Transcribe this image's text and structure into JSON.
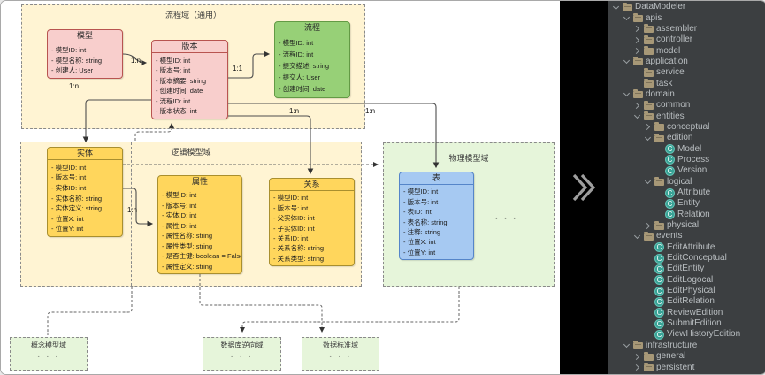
{
  "colors": {
    "pink_fill": "#F8CECC",
    "pink_stroke": "#B85450",
    "green_fill": "#97D077",
    "green_stroke": "#639A45",
    "yellow_fill": "#FFD65C",
    "yellow_stroke": "#A98F2E",
    "blue_fill": "#A6C9F2",
    "blue_stroke": "#5585C9",
    "cream_fill": "#FFF4D3",
    "ltgreen_fill": "#E6F5DA",
    "container_stroke": "#8a8a8a",
    "line": "#4d4d4d",
    "divider_bg": "#000000",
    "panel_bg": "#3c3f41",
    "panel_text": "#b9bec1",
    "chevron": "#9aa0a3",
    "folder_icon": "#a79877",
    "class_icon": "#38a295",
    "class_icon_ring": "#63c2b6"
  },
  "diagram": {
    "containers": {
      "flow": {
        "title": "流程域（通用）"
      },
      "logical": {
        "title": "逻辑模型域"
      },
      "physical": {
        "title": "物理模型域",
        "ellipsis": "· · ·"
      },
      "conceptual": {
        "title": "概念模型域",
        "ellipsis": "· · ·"
      },
      "db_reverse": {
        "title": "数据库逆向域",
        "ellipsis": "· · ·"
      },
      "data_standard": {
        "title": "数据标准域",
        "ellipsis": "· · ·"
      }
    },
    "entities": {
      "model": {
        "title": "模型",
        "attrs": [
          "- 模型ID: int",
          "- 模型名称: string",
          "- 创建人: User"
        ]
      },
      "version": {
        "title": "版本",
        "attrs": [
          "- 模型ID: int",
          "- 版本号: int",
          "- 版本摘要: string",
          "- 创建时间: date",
          "- 流程ID: int",
          "- 版本状态: int"
        ]
      },
      "process": {
        "title": "流程",
        "attrs": [
          "- 模型ID: int",
          "- 流程ID: int",
          "- 提交描述: string",
          "- 提交人: User",
          "- 创建时间: date"
        ]
      },
      "entity": {
        "title": "实体",
        "attrs": [
          "- 模型ID: int",
          "- 版本号: int",
          "- 实体ID: int",
          "- 实体名称: string",
          "- 实体定义: string",
          "- 位置X: int",
          "- 位置Y: int"
        ]
      },
      "attribute": {
        "title": "属性",
        "attrs": [
          "- 模型ID: int",
          "- 版本号: int",
          "- 实体ID: int",
          "- 属性ID: int",
          "- 属性名称: string",
          "- 属性类型: string",
          "- 是否主键: boolean = False",
          "- 属性定义: string"
        ]
      },
      "relation": {
        "title": "关系",
        "attrs": [
          "- 模型ID: int",
          "- 版本号: int",
          "- 父实体ID: int",
          "- 子实体ID: int",
          "- 关系ID: int",
          "- 关系名称: string",
          "- 关系类型: string"
        ]
      },
      "table": {
        "title": "表",
        "attrs": [
          "- 模型ID: int",
          "- 版本号: int",
          "- 表ID: int",
          "- 表名称: string",
          "- 注释: string",
          "- 位置X: int",
          "- 位置Y: int"
        ]
      }
    },
    "edge_labels": [
      {
        "text": "1:n"
      },
      {
        "text": "1:1"
      },
      {
        "text": "1:n"
      },
      {
        "text": "1:n"
      },
      {
        "text": "1:n"
      },
      {
        "text": "1:n"
      }
    ]
  },
  "tree": {
    "class_icon_letter": "C",
    "rows": [
      {
        "indent": 0,
        "chevron": "expanded",
        "icon": "folder",
        "label": "DataModeler"
      },
      {
        "indent": 1,
        "chevron": "expanded",
        "icon": "folder",
        "label": "apis"
      },
      {
        "indent": 2,
        "chevron": "collapsed",
        "icon": "folder",
        "label": "assembler"
      },
      {
        "indent": 2,
        "chevron": "collapsed",
        "icon": "folder",
        "label": "controller"
      },
      {
        "indent": 2,
        "chevron": "collapsed",
        "icon": "folder",
        "label": "model"
      },
      {
        "indent": 1,
        "chevron": "expanded",
        "icon": "folder",
        "label": "application"
      },
      {
        "indent": 2,
        "chevron": "none",
        "icon": "folder",
        "label": "service"
      },
      {
        "indent": 2,
        "chevron": "none",
        "icon": "folder",
        "label": "task"
      },
      {
        "indent": 1,
        "chevron": "expanded",
        "icon": "folder",
        "label": "domain"
      },
      {
        "indent": 2,
        "chevron": "collapsed",
        "icon": "folder",
        "label": "common"
      },
      {
        "indent": 2,
        "chevron": "expanded",
        "icon": "folder",
        "label": "entities"
      },
      {
        "indent": 3,
        "chevron": "collapsed",
        "icon": "folder",
        "label": "conceptual"
      },
      {
        "indent": 3,
        "chevron": "expanded",
        "icon": "folder",
        "label": "edition"
      },
      {
        "indent": 4,
        "chevron": "none",
        "icon": "class",
        "label": "Model"
      },
      {
        "indent": 4,
        "chevron": "none",
        "icon": "class",
        "label": "Process"
      },
      {
        "indent": 4,
        "chevron": "none",
        "icon": "class",
        "label": "Version"
      },
      {
        "indent": 3,
        "chevron": "expanded",
        "icon": "folder",
        "label": "logical"
      },
      {
        "indent": 4,
        "chevron": "none",
        "icon": "class",
        "label": "Attribute"
      },
      {
        "indent": 4,
        "chevron": "none",
        "icon": "class",
        "label": "Entity"
      },
      {
        "indent": 4,
        "chevron": "none",
        "icon": "class",
        "label": "Relation"
      },
      {
        "indent": 3,
        "chevron": "collapsed",
        "icon": "folder",
        "label": "physical"
      },
      {
        "indent": 2,
        "chevron": "expanded",
        "icon": "folder",
        "label": "events"
      },
      {
        "indent": 3,
        "chevron": "none",
        "icon": "class",
        "label": "EditAttribute"
      },
      {
        "indent": 3,
        "chevron": "none",
        "icon": "class",
        "label": "EditConceptual"
      },
      {
        "indent": 3,
        "chevron": "none",
        "icon": "class",
        "label": "EditEntity"
      },
      {
        "indent": 3,
        "chevron": "none",
        "icon": "class",
        "label": "EditLogocal"
      },
      {
        "indent": 3,
        "chevron": "none",
        "icon": "class",
        "label": "EditPhysical"
      },
      {
        "indent": 3,
        "chevron": "none",
        "icon": "class",
        "label": "EditRelation"
      },
      {
        "indent": 3,
        "chevron": "none",
        "icon": "class",
        "label": "ReviewEdition"
      },
      {
        "indent": 3,
        "chevron": "none",
        "icon": "class",
        "label": "SubmitEdition"
      },
      {
        "indent": 3,
        "chevron": "none",
        "icon": "class",
        "label": "ViewHistoryEdition"
      },
      {
        "indent": 1,
        "chevron": "expanded",
        "icon": "folder",
        "label": "infrastructure"
      },
      {
        "indent": 2,
        "chevron": "collapsed",
        "icon": "folder",
        "label": "general"
      },
      {
        "indent": 2,
        "chevron": "collapsed",
        "icon": "folder",
        "label": "persistent"
      }
    ]
  }
}
